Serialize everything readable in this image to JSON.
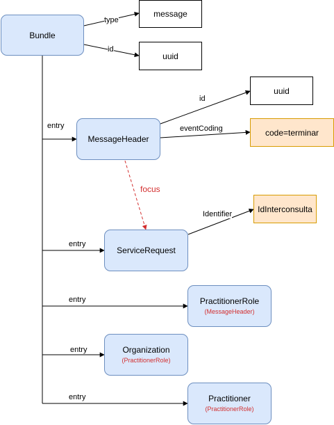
{
  "colors": {
    "node_fill": "#dae8fc",
    "node_border": "#6c8ebf",
    "highlight_fill": "#ffe6cc",
    "highlight_border": "#d79b00",
    "focus_color": "#d32f2f",
    "edge_color": "#000000"
  },
  "nodes": {
    "bundle": {
      "label": "Bundle"
    },
    "message_type": {
      "label": "message"
    },
    "bundle_uuid": {
      "label": "uuid"
    },
    "header_uuid": {
      "label": "uuid"
    },
    "code_terminar": {
      "label": "code=terminar"
    },
    "message_header": {
      "label": "MessageHeader"
    },
    "id_interconsulta": {
      "label": "IdInterconsulta"
    },
    "service_request": {
      "label": "ServiceRequest"
    },
    "practitioner_role": {
      "label": "PractitionerRole",
      "sub": "(MessageHeader)"
    },
    "organization": {
      "label": "Organization",
      "sub": "(PractitionerRole)"
    },
    "practitioner": {
      "label": "Practitioner",
      "sub": "(PractitionerRole)"
    }
  },
  "edges": {
    "bundle_type": "type",
    "bundle_id": "id",
    "header_id": "id",
    "header_event": "eventCoding",
    "request_identifier": "Identifier",
    "entry_1": "entry",
    "entry_2": "entry",
    "entry_3": "entry",
    "entry_4": "entry",
    "entry_5": "entry",
    "focus": "focus"
  }
}
